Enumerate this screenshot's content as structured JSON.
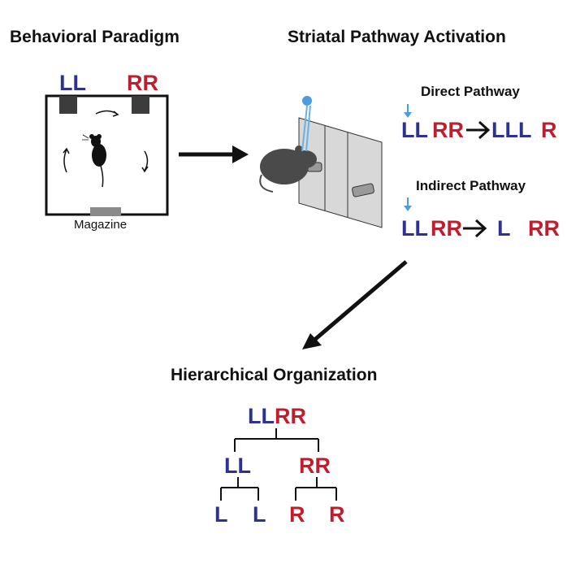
{
  "headings": {
    "behavioral": "Behavioral Paradigm",
    "striatal": "Striatal Pathway Activation",
    "hierarchical": "Hierarchical Organization"
  },
  "box": {
    "left_lever": "LL",
    "right_lever": "RR",
    "magazine": "Magazine"
  },
  "direct": {
    "title": "Direct Pathway",
    "input_left": "LL",
    "input_right": "RR",
    "arrow": "→",
    "output_left": "LLL",
    "output_right": "R"
  },
  "indirect": {
    "title": "Indirect Pathway",
    "input_left": "LL",
    "input_right": "RR",
    "arrow": "→",
    "output_left": "L",
    "output_right": "RR"
  },
  "tree": {
    "root_left": "LL",
    "root_right": "RR",
    "left_node": "LL",
    "right_node": "RR",
    "leaf_1": "L",
    "leaf_2": "L",
    "leaf_3": "R",
    "leaf_4": "R"
  },
  "colors": {
    "left": "#2e3192",
    "right": "#be1e2d",
    "light_arrow": "#4a9de0"
  }
}
